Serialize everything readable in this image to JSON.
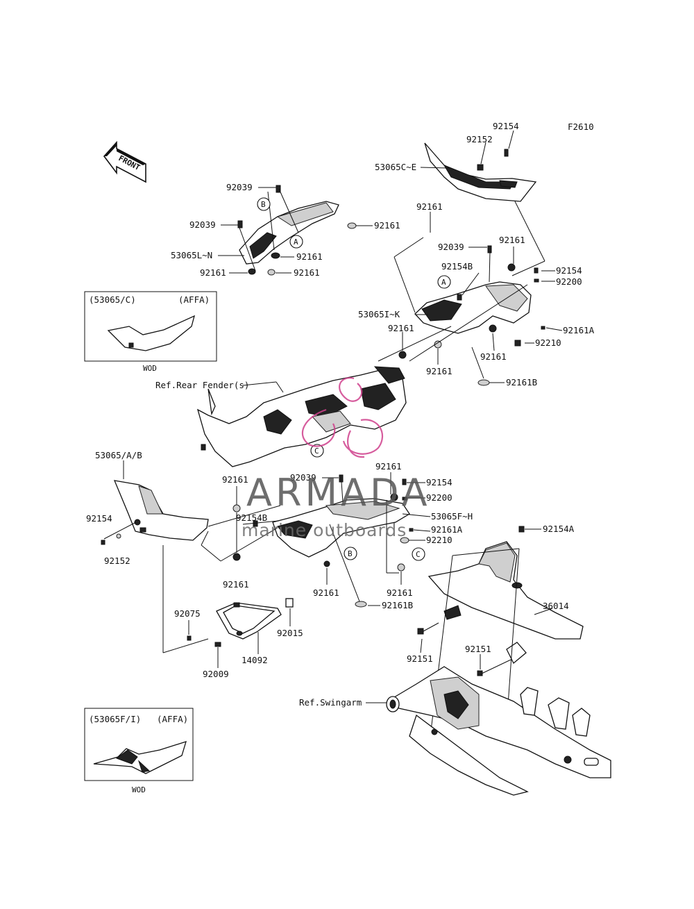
{
  "figure_code": "F2610",
  "front_arrow": "FRONT",
  "labels": {
    "l92154_top": "92154",
    "l92152_top": "92152",
    "l53065C_E": "53065C~E",
    "l92039_a": "92039",
    "l92039_b": "92039",
    "l92039_c": "92039",
    "l92039_d": "92039",
    "l92161_a": "92161",
    "l92161_b": "92161",
    "l92161_c": "92161",
    "l92161_d": "92161",
    "l92161_e": "92161",
    "l92161_f": "92161",
    "l92161_g": "92161",
    "l92161_h": "92161",
    "l92161_i": "92161",
    "l92161_j": "92161",
    "l92161_k": "92161",
    "l92161_l": "92161",
    "l92161_m": "92161",
    "l92161_n": "92161",
    "l53065L_N": "53065L~N",
    "l92154B_a": "92154B",
    "l92154B_b": "92154B",
    "l92154_r1": "92154",
    "l92154_r2": "92154",
    "l92154_left": "92154",
    "l92200_a": "92200",
    "l92200_b": "92200",
    "l53065I_K": "53065I~K",
    "l92161A_a": "92161A",
    "l92161A_b": "92161A",
    "l92210_a": "92210",
    "l92210_b": "92210",
    "l92161B_a": "92161B",
    "l92161B_b": "92161B",
    "l_rear_fender": "Ref.Rear Fender(s)",
    "l53065A_B": "53065/A/B",
    "l92152_left": "92152",
    "l53065F_H": "53065F~H",
    "l92154A": "92154A",
    "l36014": "36014",
    "l92075": "92075",
    "l92015": "92015",
    "l14092": "14092",
    "l92009": "92009",
    "l92151_a": "92151",
    "l92151_b": "92151",
    "l_swingarm": "Ref.Swingarm"
  },
  "callouts": {
    "A1": "A",
    "A2": "A",
    "B1": "B",
    "B2": "B",
    "C1": "C",
    "C2": "C"
  },
  "inset_top": {
    "code": "(53065/C)",
    "color": "(AFFA)",
    "caption": "WOD"
  },
  "inset_bottom": {
    "code": "(53065F/I)",
    "color": "(AFFA)",
    "caption": "WOD"
  },
  "watermark": {
    "title": "ARMADA",
    "subtitle": "marine outboards",
    "color": "#d0408c",
    "text_color": "#555555"
  }
}
